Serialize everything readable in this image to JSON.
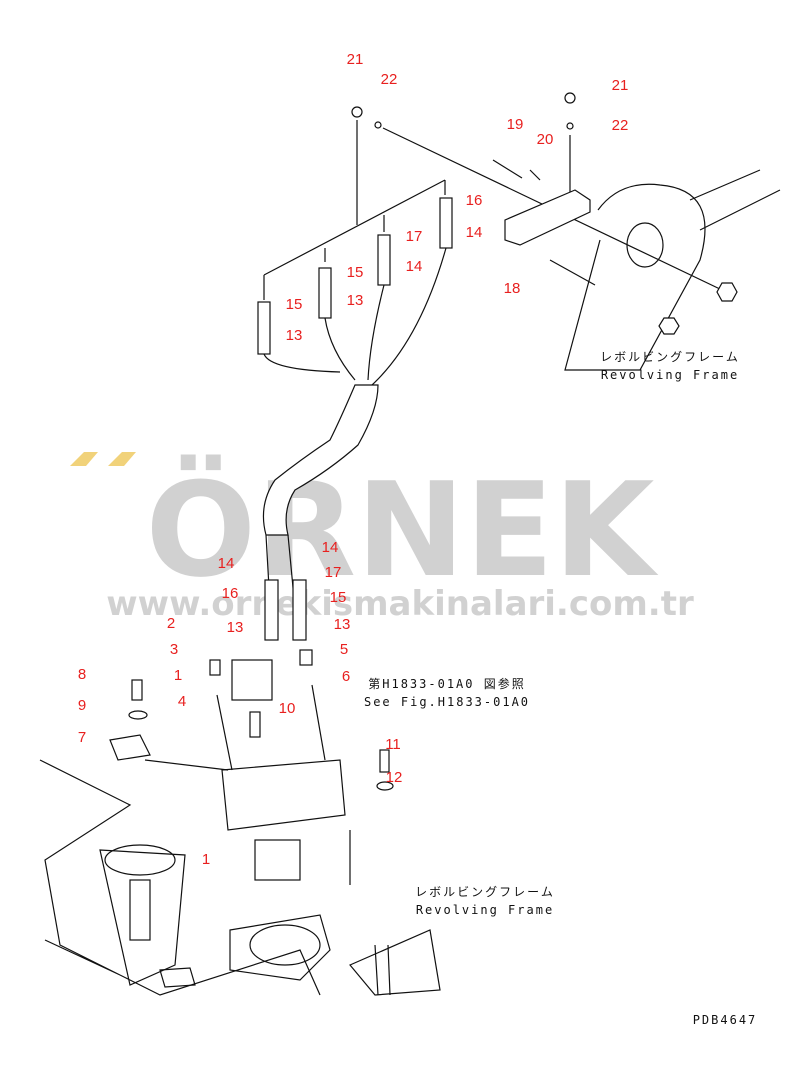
{
  "callouts": [
    "21",
    "22",
    "21",
    "22",
    "19",
    "20",
    "16",
    "14",
    "17",
    "14",
    "15",
    "13",
    "15",
    "13",
    "18",
    "14",
    "16",
    "13",
    "14",
    "17",
    "15",
    "13",
    "2",
    "3",
    "1",
    "4",
    "5",
    "6",
    "8",
    "9",
    "7",
    "10",
    "11",
    "12",
    "1"
  ],
  "labels": {
    "revolving_frame_jp": "レボルビングフレーム",
    "revolving_frame_en": "Revolving Frame",
    "see_fig_jp": "第H1833-01A0 図参照",
    "see_fig_en": "See Fig.H1833-01A0",
    "drawing_code": "PDB4647"
  },
  "watermark": {
    "brand": "ÖRNEK",
    "url": "www.ornekismakinalari.com.tr",
    "accent": "#f1d27a"
  }
}
